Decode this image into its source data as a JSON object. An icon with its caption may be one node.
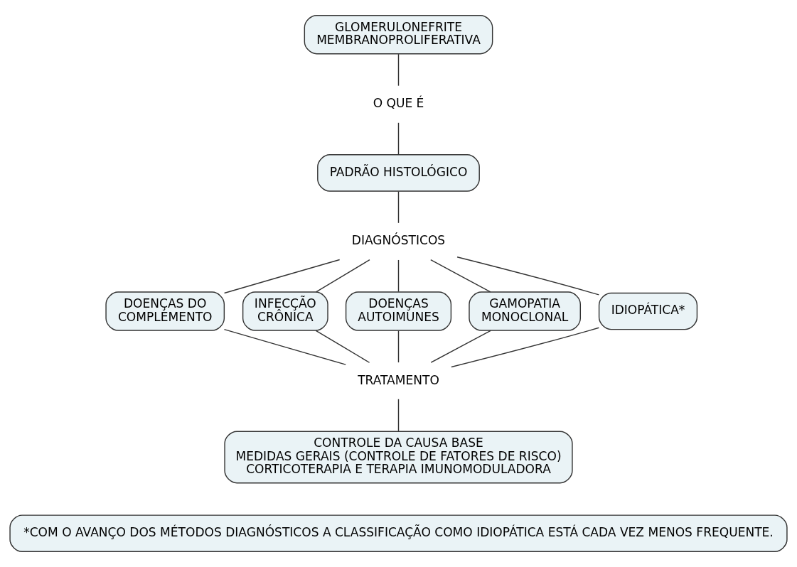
{
  "diagram": {
    "nodes": [
      {
        "text": [
          "GLOMERULONEFRITE MEMBRANOPROLIFERATIVA"
        ]
      },
      {
        "text": [
          "O QUE É"
        ]
      },
      {
        "text": [
          "PADRÃO HISTOLÓGICO"
        ]
      },
      {
        "text": [
          "DIAGNÓSTICOS"
        ]
      },
      {
        "text": [
          "DOENÇAS DO COMPLEMENTO"
        ]
      },
      {
        "text": [
          "INFECÇÃO CRÔNICA"
        ]
      },
      {
        "text": [
          "DOENÇAS AUTOIMUNES"
        ]
      },
      {
        "text": [
          "GAMOPATIA MONOCLONAL"
        ]
      },
      {
        "text": [
          "IDIOPÁTICA*"
        ]
      },
      {
        "text": [
          "TRATAMENTO"
        ]
      },
      {
        "text": [
          "CONTROLE DA CAUSA BASE",
          "MEDIDAS GERAIS (CONTROLE DE FATORES DE RISCO)",
          "CORTICOTERAPIA E TERAPIA IMUNOMODULADORA"
        ]
      },
      {
        "text": [
          "*COM O AVANÇO DOS MÉTODOS DIAGNÓSTICOS A CLASSIFICAÇÃO COMO IDIOPÁTICA ESTÁ CADA VEZ MENOS FREQUENTE."
        ]
      }
    ],
    "edges": [
      {
        "from": 0,
        "to": 1,
        "arrow": "none"
      },
      {
        "from": 1,
        "to": 2,
        "arrow": "none"
      },
      {
        "from": 2,
        "to": 3,
        "arrow": "none"
      },
      {
        "from": 3,
        "to": 4,
        "arrow": "none"
      },
      {
        "from": 3,
        "to": 5,
        "arrow": "none"
      },
      {
        "from": 3,
        "to": 6,
        "arrow": "none"
      },
      {
        "from": 3,
        "to": 7,
        "arrow": "none"
      },
      {
        "from": 3,
        "to": 8,
        "arrow": "none"
      },
      {
        "from": 4,
        "to": 9,
        "arrow": "none"
      },
      {
        "from": 5,
        "to": 9,
        "arrow": "none"
      },
      {
        "from": 6,
        "to": 9,
        "arrow": "none"
      },
      {
        "from": 7,
        "to": 9,
        "arrow": "none"
      },
      {
        "from": 8,
        "to": 9,
        "arrow": "none"
      },
      {
        "from": 9,
        "to": 10,
        "arrow": "none"
      }
    ]
  }
}
